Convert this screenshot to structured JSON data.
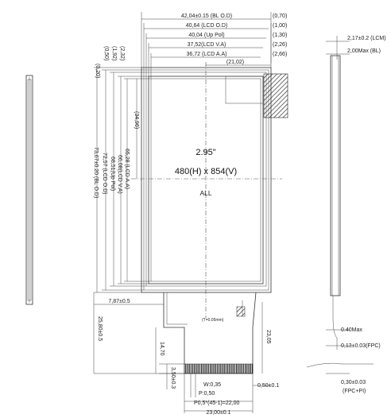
{
  "top_dims": [
    {
      "label": "42,04±0.15 (BL O.D)",
      "right": "(0,70)"
    },
    {
      "label": "40,64 (LCD O.D)",
      "right": "(1,00)"
    },
    {
      "label": "40,04 (Up Pol)",
      "right": "(1,30)"
    },
    {
      "label": "37,52(LCD V.A)",
      "right": "(2,26)"
    },
    {
      "label": "36,72 (LCD A.A)",
      "right": "(2,66)"
    }
  ],
  "offset_2102": "(21,02)",
  "left_small_dims": [
    "(0,20)",
    "(0,50)",
    "(1,92)",
    "(2,32)"
  ],
  "left_vertical_dims": [
    "73,67±0.20 (BL O.D)",
    "72,57 (LCD O.D)",
    "68,51(Up Pol)",
    "66,08(LCD V.A)",
    "65,28 (LCD A.A)"
  ],
  "dim_3496": "(34,96)",
  "center_text": {
    "size": "2.95\"",
    "resolution": "480(H) x 854(V)",
    "mode": "ALL"
  },
  "fpc_dims": {
    "d7871": "7,87±0.5",
    "d2580": "25,80±0.5",
    "d1470": "14,70",
    "d2305": "23,05",
    "d35": "3,50±0.3",
    "w035": "W:0,35",
    "p050": "P:0,50",
    "p05": "P0,5*(45-1)=22,00",
    "d2300": "23,00±0.1",
    "d050": "0,50±0.1",
    "tol": "(T=0.05mm)"
  },
  "side_dims": {
    "d217": "2,17±0.2 (LCM)",
    "d200": "2,00Max (BL)",
    "d040": "0.40Max",
    "d013": "0,13±0.03(FPC)",
    "d030": "0,30±0.03",
    "fpcpi": "(FPC+PI)"
  }
}
